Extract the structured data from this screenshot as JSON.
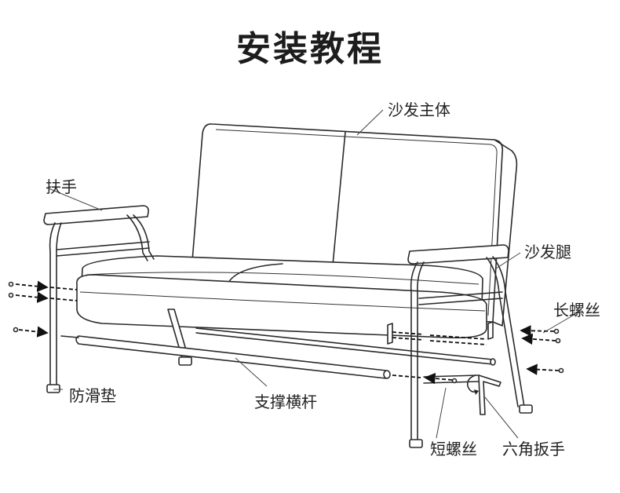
{
  "title": "安装教程",
  "labels": {
    "sofa_body": "沙发主体",
    "armrest": "扶手",
    "sofa_leg": "沙发腿",
    "long_screw": "长螺丝",
    "anti_slip_pad": "防滑垫",
    "support_bar": "支撑横杆",
    "short_screw": "短螺丝",
    "hex_wrench": "六角扳手"
  }
}
